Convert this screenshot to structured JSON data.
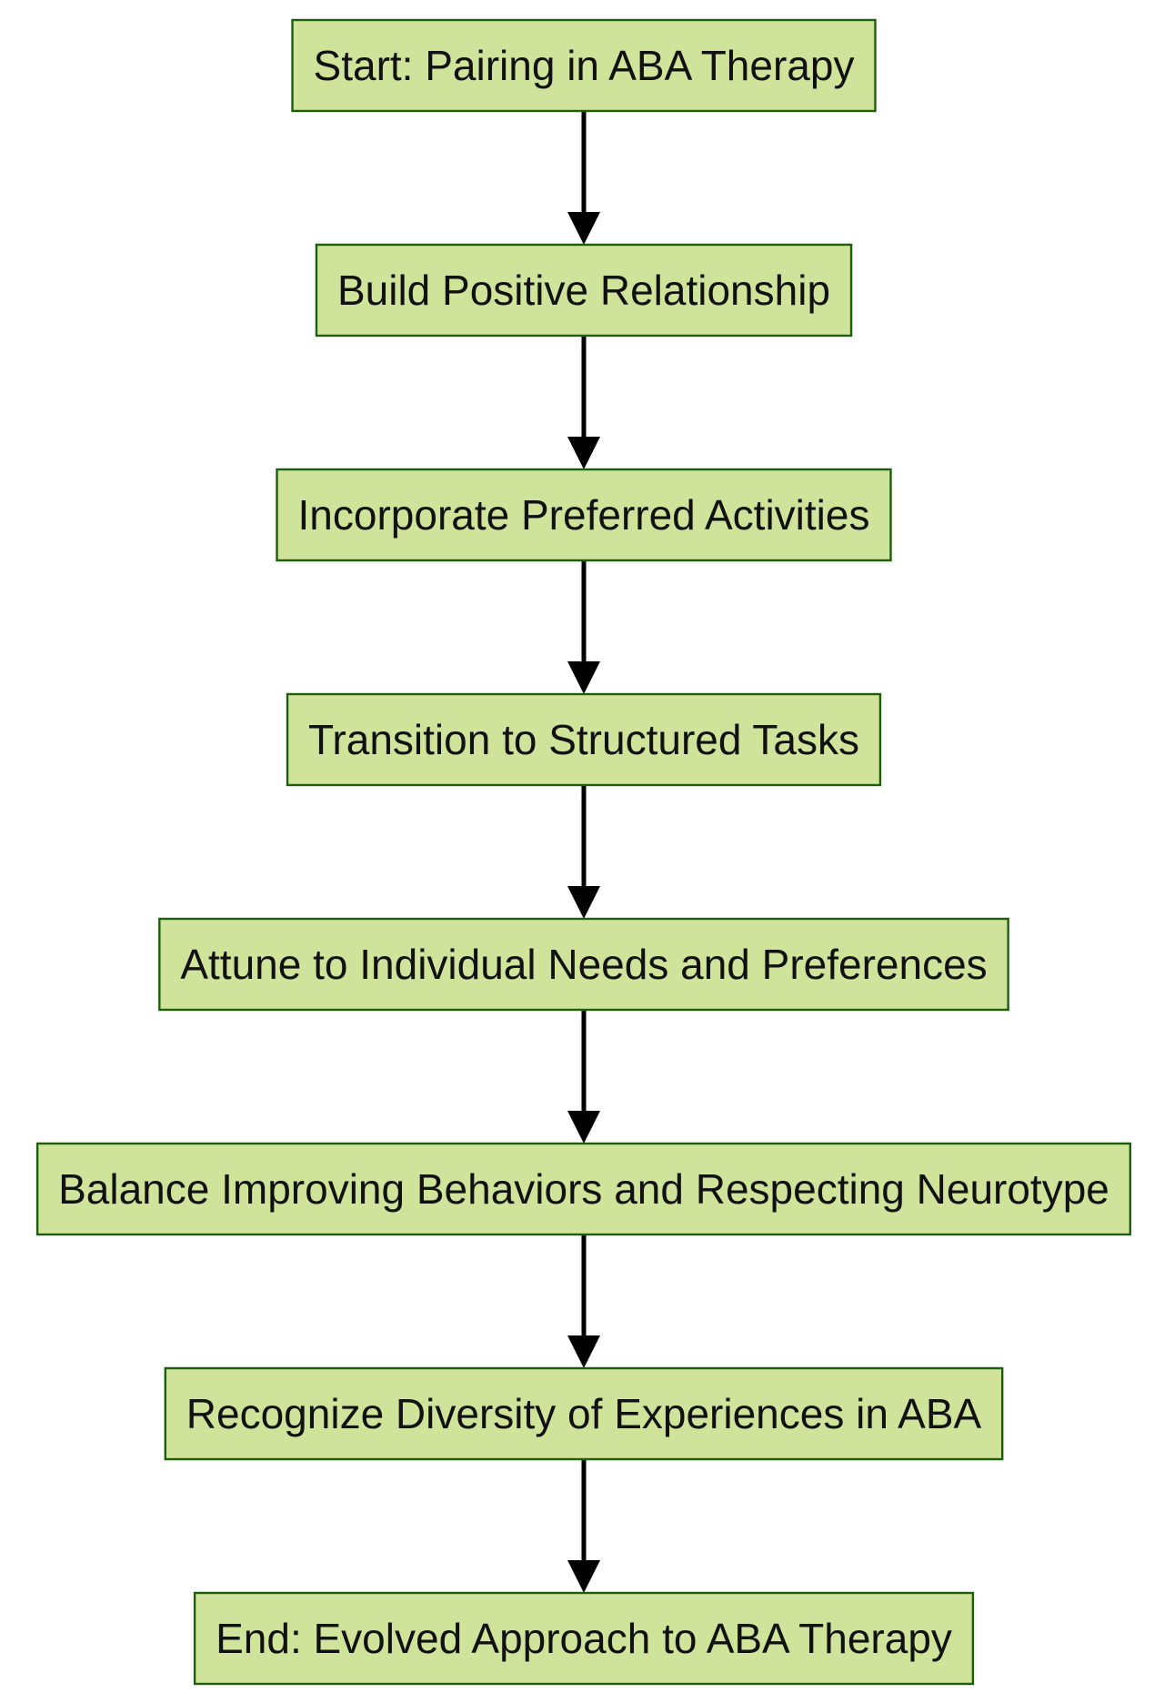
{
  "diagram": {
    "type": "flowchart",
    "direction": "top-to-bottom",
    "colors": {
      "node_fill": "#cfe39a",
      "node_border": "#1d5e0c",
      "edge": "#000000",
      "text": "#111111"
    },
    "nodes": [
      {
        "id": "start",
        "label": "Start: Pairing in ABA Therapy"
      },
      {
        "id": "build",
        "label": "Build Positive Relationship"
      },
      {
        "id": "incorporate",
        "label": "Incorporate Preferred Activities"
      },
      {
        "id": "transition",
        "label": "Transition to Structured Tasks"
      },
      {
        "id": "attune",
        "label": "Attune to Individual Needs and Preferences"
      },
      {
        "id": "balance",
        "label": "Balance Improving Behaviors and Respecting Neurotype"
      },
      {
        "id": "recognize",
        "label": "Recognize Diversity of Experiences in ABA"
      },
      {
        "id": "end",
        "label": "End: Evolved Approach to ABA Therapy"
      }
    ],
    "edges": [
      {
        "from": "start",
        "to": "build"
      },
      {
        "from": "build",
        "to": "incorporate"
      },
      {
        "from": "incorporate",
        "to": "transition"
      },
      {
        "from": "transition",
        "to": "attune"
      },
      {
        "from": "attune",
        "to": "balance"
      },
      {
        "from": "balance",
        "to": "recognize"
      },
      {
        "from": "recognize",
        "to": "end"
      }
    ]
  }
}
